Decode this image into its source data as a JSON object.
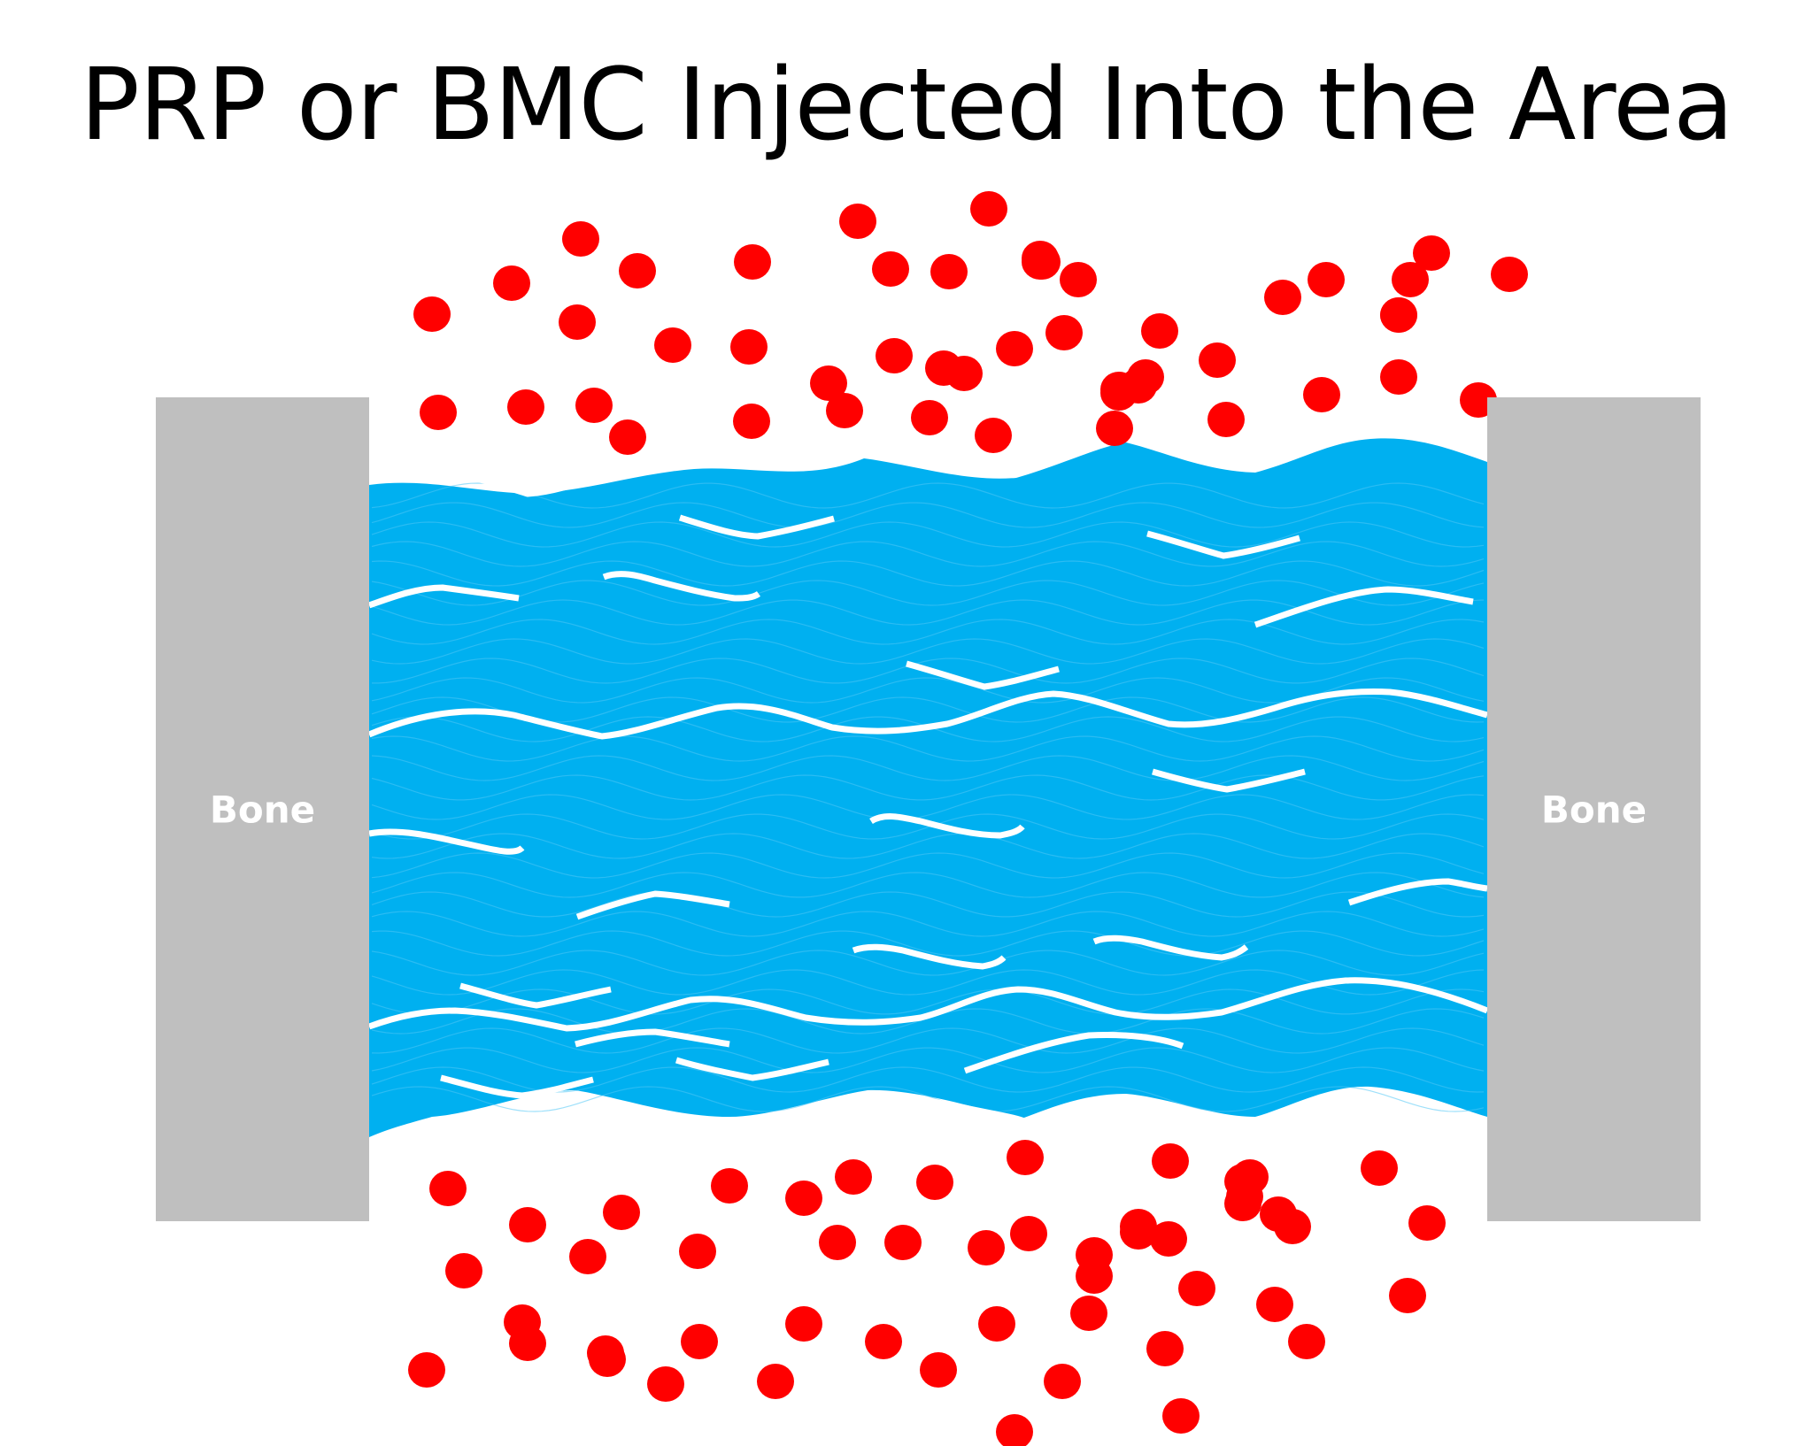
{
  "title": "PRP or BMC Injected Into the Area",
  "colors": {
    "bone": "#bfbfbf",
    "tissue": "#00b0f0",
    "fiber": "#ffffff",
    "cells": "#ff0000"
  },
  "bones": {
    "left_label": "Bone",
    "right_label": "Bone"
  }
}
